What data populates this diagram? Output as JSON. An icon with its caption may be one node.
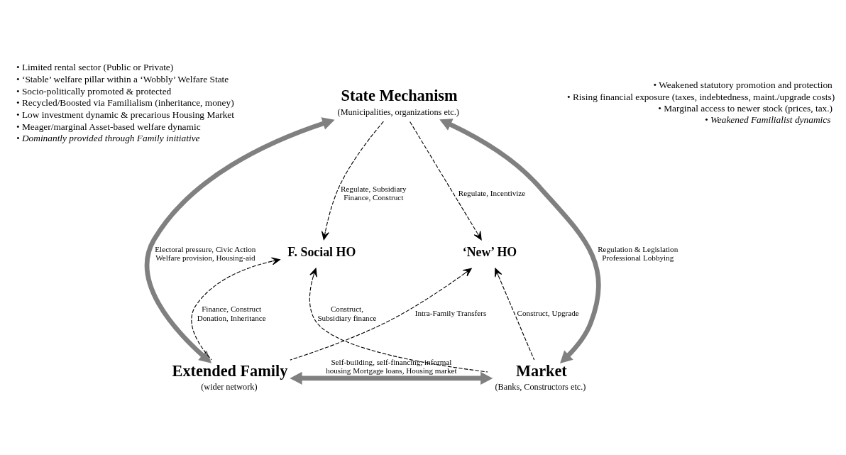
{
  "diagram": {
    "nodes": [
      {
        "text": [
          "State Mechanism",
          "(Municipalities, organizations etc.)"
        ]
      },
      {
        "text": [
          "Extended Family",
          "(wider network)"
        ]
      },
      {
        "text": [
          "Market",
          "(Banks, Constructors etc.)"
        ]
      },
      {
        "text": [
          "F. Social HO"
        ]
      },
      {
        "text": [
          "‘New’ HO"
        ]
      }
    ],
    "edges": [
      {
        "from": 1,
        "to": 0,
        "arrow": "both",
        "label": "Electoral pressure, Civic Action Welfare provision, Housing-aid",
        "style": "thick",
        "color": "#808080"
      },
      {
        "from": 0,
        "to": 2,
        "arrow": "both",
        "label": "Regulation & Legislation Professional Lobbying",
        "style": "thick",
        "color": "#808080"
      },
      {
        "from": 1,
        "to": 2,
        "arrow": "both",
        "label": "Self-building, self-financing, informal housing Mortgage loans, Housing market",
        "style": "thick",
        "color": "#808080"
      },
      {
        "from": 0,
        "to": 3,
        "arrow": "to",
        "label": "Regulate, Subsidiary Finance, Construct",
        "style": "dashed"
      },
      {
        "from": 0,
        "to": 4,
        "arrow": "to",
        "label": "Regulate, Incentivize",
        "style": "dashed"
      },
      {
        "from": 2,
        "to": 3,
        "arrow": "to",
        "label": "Construct, Subsidiary finance",
        "style": "dashed"
      },
      {
        "from": 1,
        "to": 3,
        "arrow": "to",
        "label": "Finance, Construct Donation, Inheritance",
        "style": "dashed"
      },
      {
        "from": 1,
        "to": 4,
        "arrow": "to",
        "label": "Intra-Family Transfers",
        "style": "dashed"
      },
      {
        "from": 2,
        "to": 4,
        "arrow": "to",
        "label": "Construct, Upgrade",
        "style": "dashed"
      }
    ],
    "labels": [
      "• Limited rental sector (Public or Private)",
      "• ‘Stable’ welfare pillar within a ‘Wobbly’ Welfare State",
      "• Socio-politically promoted & protected",
      "• Recycled/Boosted via Familialism (inheritance, money)",
      "• Low investment dynamic & precarious Housing Market",
      "• Meager/marginal Asset-based welfare dynamic",
      "• Dominantly provided through Family initiative",
      "• Weakened statutory promotion and protection",
      "• Rising financial exposure (taxes, indebtedness, maint./upgrade costs)",
      "• Marginal access to newer stock (prices, tax.)",
      "• Weakened Familialist dynamics"
    ]
  }
}
